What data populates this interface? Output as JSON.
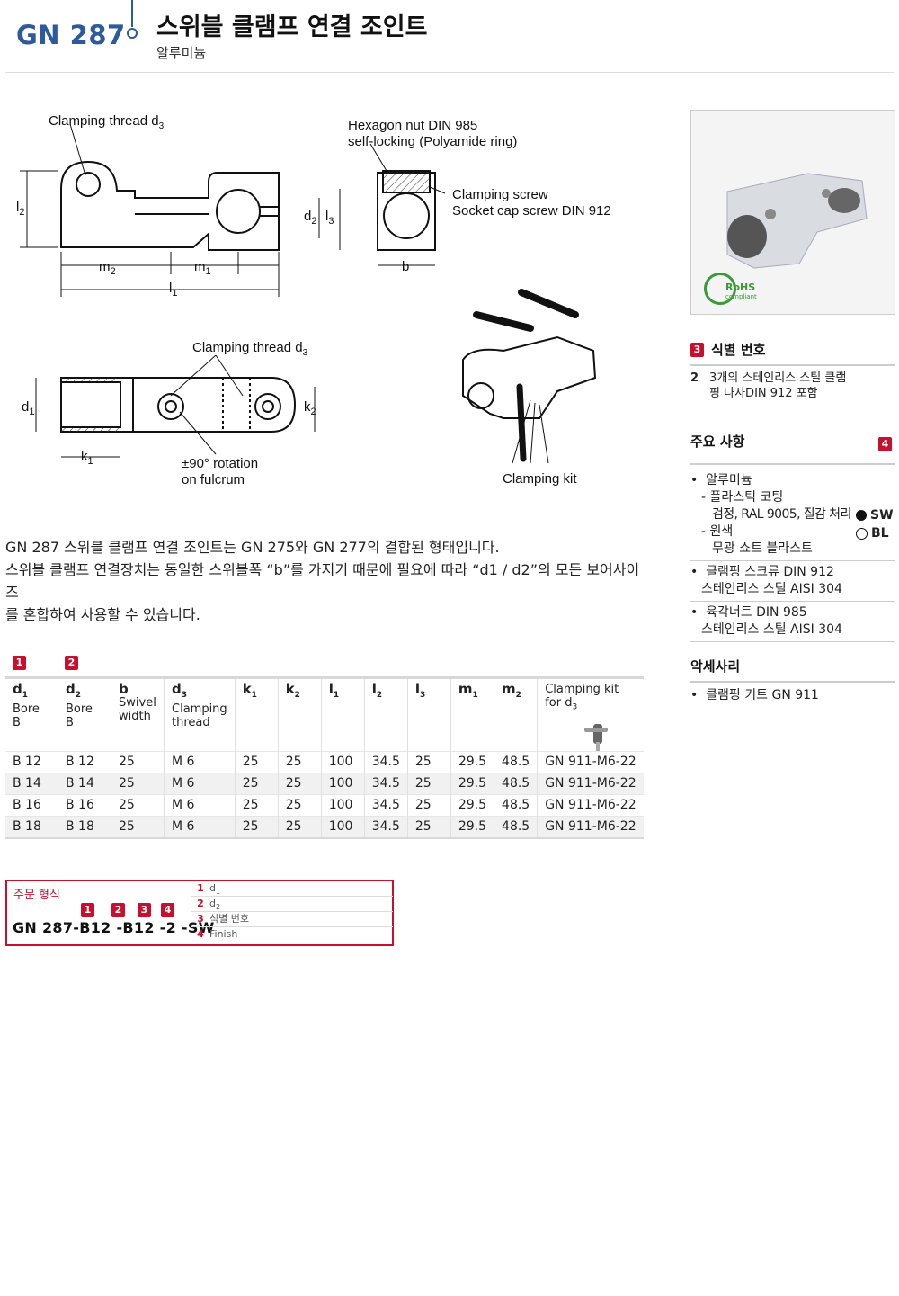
{
  "header": {
    "code": "GN 287",
    "title": "스위블 클램프 연결 조인트",
    "subtitle": "알루미늄"
  },
  "drawing": {
    "label_clamping_thread": "Clamping thread d",
    "sub3": "3",
    "label_hex_nut_1": "Hexagon nut  DIN 985",
    "label_hex_nut_2": "self-locking (Polyamide ring)",
    "label_screw_1": "Clamping screw",
    "label_screw_2": "Socket cap screw DIN 912",
    "label_rotation_1": "±90° rotation",
    "label_rotation_2": "on fulcrum",
    "label_clamping_kit": "Clamping kit",
    "dim_l": "l",
    "dim_d": "d",
    "dim_m": "m",
    "dim_k": "k",
    "dim_b": "b",
    "s1": "1",
    "s2": "2",
    "s3": "3",
    "rohs": "RoHS",
    "rohs_sub": "compliant"
  },
  "description": {
    "line1": "GN 287 스위블 클램프 연결 조인트는 GN 275와 GN 277의 결합된 형태입니다.",
    "line2": "스위블 클램프 연결장치는 동일한 스위블폭 “b”를 가지기 때문에 필요에 따라 “d1 / d2”의 모든 보어사이즈",
    "line3": "를 혼합하여 사용할 수 있습니다."
  },
  "badges": {
    "b1": "1",
    "b2": "2",
    "b3": "3",
    "b4": "4"
  },
  "table": {
    "headers": {
      "d1": "d",
      "d1_sub": "1",
      "d1_desc": "Bore B",
      "d2": "d",
      "d2_sub": "2",
      "d2_desc": "Bore B",
      "b": "b",
      "b_desc1": "Swivel",
      "b_desc2": "width",
      "d3": "d",
      "d3_sub": "3",
      "d3_desc1": "Clamping",
      "d3_desc2": "thread",
      "k1": "k",
      "k1_sub": "1",
      "k2": "k",
      "k2_sub": "2",
      "l1": "l",
      "l1_sub": "1",
      "l2": "l",
      "l2_sub": "2",
      "l3": "l",
      "l3_sub": "3",
      "m1": "m",
      "m1_sub": "1",
      "m2": "m",
      "m2_sub": "2",
      "kit": "Clamping kit for d",
      "kit_sub": "3"
    },
    "rows": [
      {
        "d1": "B 12",
        "d2": "B 12",
        "b": "25",
        "d3": "M 6",
        "k1": "25",
        "k2": "25",
        "l1": "100",
        "l2": "34.5",
        "l3": "25",
        "m1": "29.5",
        "m2": "48.5",
        "kit": "GN 911-M6-22"
      },
      {
        "d1": "B 14",
        "d2": "B 14",
        "b": "25",
        "d3": "M 6",
        "k1": "25",
        "k2": "25",
        "l1": "100",
        "l2": "34.5",
        "l3": "25",
        "m1": "29.5",
        "m2": "48.5",
        "kit": "GN 911-M6-22"
      },
      {
        "d1": "B 16",
        "d2": "B 16",
        "b": "25",
        "d3": "M 6",
        "k1": "25",
        "k2": "25",
        "l1": "100",
        "l2": "34.5",
        "l3": "25",
        "m1": "29.5",
        "m2": "48.5",
        "kit": "GN 911-M6-22"
      },
      {
        "d1": "B 18",
        "d2": "B 18",
        "b": "25",
        "d3": "M 6",
        "k1": "25",
        "k2": "25",
        "l1": "100",
        "l2": "34.5",
        "l3": "25",
        "m1": "29.5",
        "m2": "48.5",
        "kit": "GN 911-M6-22"
      }
    ]
  },
  "order": {
    "title": "주문 형식",
    "code": "GN  287-B12 -B12 -2 -SW",
    "rows": [
      {
        "n": "1",
        "label": "d",
        "sub": "1"
      },
      {
        "n": "2",
        "label": "d",
        "sub": "2"
      },
      {
        "n": "3",
        "label": "식별 번호",
        "sub": ""
      },
      {
        "n": "4",
        "label": "Finish",
        "sub": ""
      }
    ]
  },
  "sidebar": {
    "id_title": "식별 번호",
    "id_num": "2",
    "id_text1": "3개의 스테인리스 스틸 클램",
    "id_text2": "핑 나사DIN 912 포함",
    "features_title": "주요 사항",
    "f1": "알루미늄",
    "f1a": "플라스틱 코팅",
    "f1b": "검정, RAL 9005, 질감 처리",
    "sw": "SW",
    "f1c": "원색",
    "bl": "BL",
    "f1d": "무광 쇼트 블라스트",
    "f2a": "클램핑 스크류 DIN 912",
    "f2b": "스테인리스 스틸 AISI 304",
    "f3a": "육각너트 DIN 985",
    "f3b": "스테인리스 스틸 AISI 304",
    "acc_title": "악세사리",
    "acc1": "클램핑 키트 GN 911"
  },
  "colors": {
    "brand": "#2d5a9c",
    "accent": "#c8102e"
  }
}
